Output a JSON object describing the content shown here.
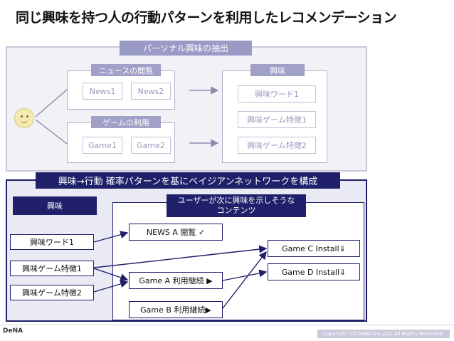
{
  "title": "同じ興味を持つ人の行動パターンを利用したレコメンデーション",
  "top": {
    "header": "パーソナル興味の抽出",
    "news_label": "ニュースの閲覧",
    "news_items": [
      "News1",
      "News2"
    ],
    "game_label": "ゲームの利用",
    "game_items": [
      "Game1",
      "Game2"
    ],
    "interest_label": "興味",
    "interest_items": [
      "興味ワード1",
      "興味ゲーム特徴1",
      "興味ゲーム特徴2"
    ]
  },
  "bottom": {
    "header": "興味→行動 確率パターンを基にベイジアンネットワークを構成",
    "interest_label": "興味",
    "content_label": "ユーザーが次に興味を示しそうな\nコンテンツ",
    "interest_nodes": [
      "興味ワード1",
      "興味ゲーム特徴1",
      "興味ゲーム特徴2"
    ],
    "action_nodes": [
      "NEWS A 閲覧 ✓",
      "Game A 利用継続 ▶",
      "Game B 利用継続▶"
    ],
    "install_nodes": [
      "Game C Install⇓",
      "Game D Install⇓"
    ]
  },
  "footer": {
    "logo": "DeNA",
    "copyright": "Copyright (C) DeNA Co.,Ltd. All Rights Reserved."
  },
  "colors": {
    "navy": "#1f1f6a",
    "lavender": "#9a9ac6",
    "panel": "#f1f1f6"
  }
}
